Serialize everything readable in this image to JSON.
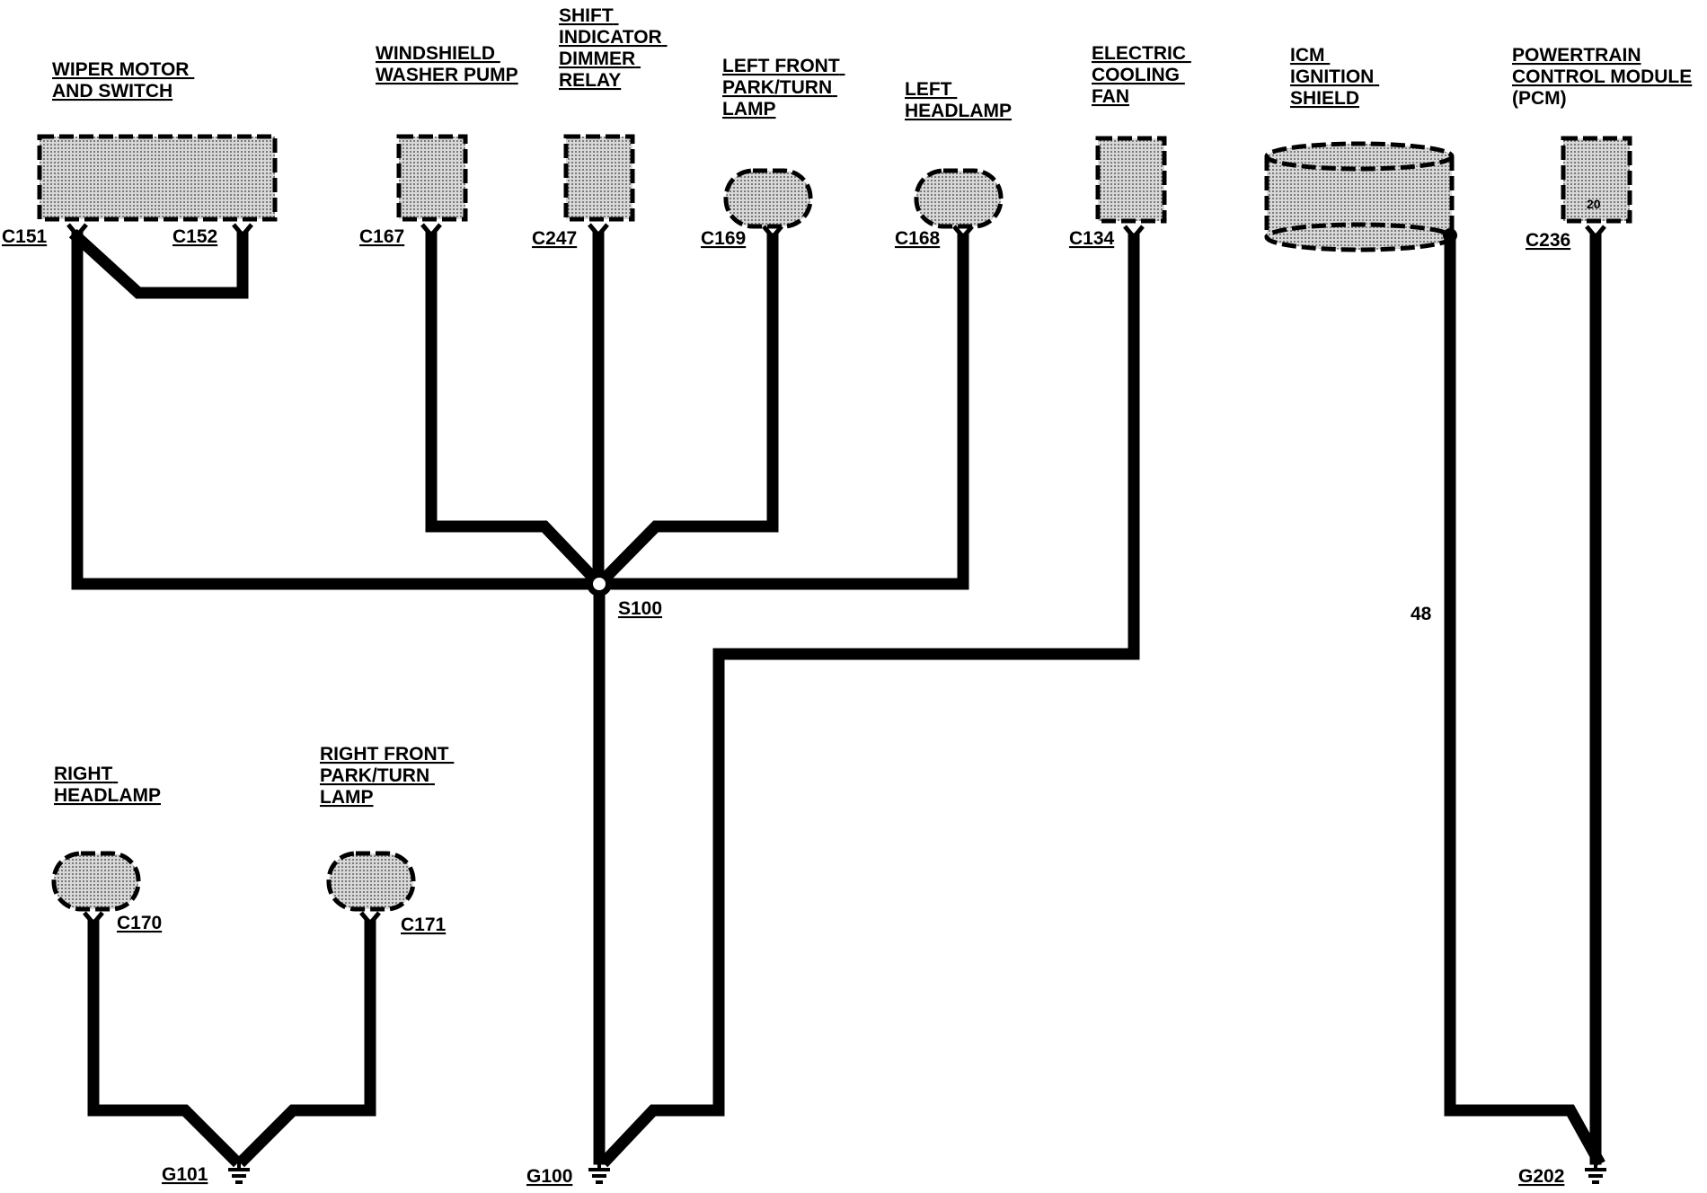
{
  "components": {
    "wiper_motor": [
      "WIPER MOTOR",
      "AND SWITCH"
    ],
    "washer_pump": [
      "WINDSHIELD",
      "WASHER PUMP"
    ],
    "shift_relay": [
      "SHIFT",
      "INDICATOR",
      "DIMMER",
      "RELAY"
    ],
    "lf_park_turn": [
      "LEFT FRONT",
      "PARK/TURN",
      "LAMP"
    ],
    "left_headlamp": [
      "LEFT",
      "HEADLAMP"
    ],
    "cooling_fan": [
      "ELECTRIC",
      "COOLING",
      "FAN"
    ],
    "icm_shield": [
      "ICM",
      "IGNITION",
      "SHIELD"
    ],
    "pcm": [
      "POWERTRAIN",
      "CONTROL MODULE",
      "(PCM)"
    ],
    "right_headlamp": [
      "RIGHT",
      "HEADLAMP"
    ],
    "rf_park_turn": [
      "RIGHT FRONT",
      "PARK/TURN",
      "LAMP"
    ]
  },
  "connectors": {
    "c151": "C151",
    "c152": "C152",
    "c167": "C167",
    "c247": "C247",
    "c169": "C169",
    "c168": "C168",
    "c134": "C134",
    "c236": "C236",
    "c170": "C170",
    "c171": "C171"
  },
  "pcm_pin": "20",
  "splice": "S100",
  "wire_48": "48",
  "grounds": {
    "g101": "G101",
    "g100": "G100",
    "g202": "G202"
  }
}
